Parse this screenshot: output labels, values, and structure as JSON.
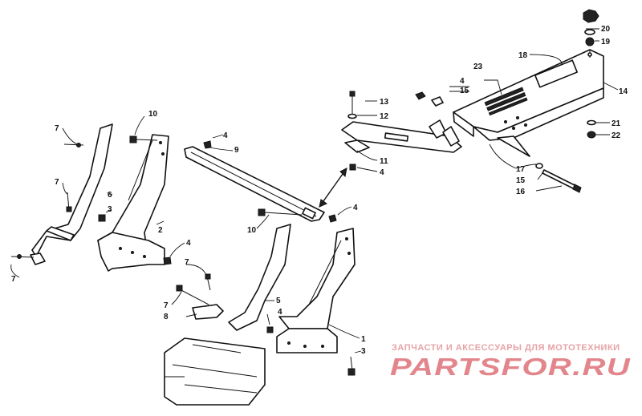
{
  "callouts": {
    "c1": "1",
    "c2": "2",
    "c3a": "3",
    "c3b": "3",
    "c4a": "4",
    "c4b": "4",
    "c4c": "4",
    "c4d": "4",
    "c4e": "4",
    "c4f": "4",
    "c5": "5",
    "c6": "6",
    "c7a": "7",
    "c7b": "7",
    "c7c": "7",
    "c7d": "7",
    "c7e": "7",
    "c8": "8",
    "c9": "9",
    "c10a": "10",
    "c10b": "10",
    "c11": "11",
    "c12": "12",
    "c13": "13",
    "c14": "14",
    "c15a": "15",
    "c15b": "15",
    "c16": "16",
    "c17": "17",
    "c18": "18",
    "c19": "19",
    "c20": "20",
    "c21": "21",
    "c22": "22",
    "c23": "23"
  },
  "watermark": {
    "tagline": "ЗАПЧАСТИ И АКСЕССУАРЫ ДЛЯ МОТОТЕХНИКИ",
    "logo": "PARTSFOR.RU",
    "color": "#e2868c"
  }
}
